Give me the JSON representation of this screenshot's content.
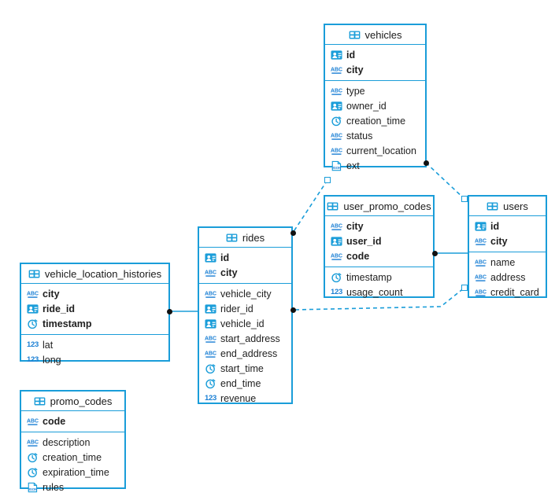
{
  "diagram": {
    "kind": "entity-relationship-diagram",
    "accent_color": "#1a9dd9",
    "icon_names": [
      "table-icon",
      "key-id-icon",
      "abc-string-icon",
      "clock-timestamp-icon",
      "number-icon",
      "json-icon"
    ]
  },
  "tables": [
    {
      "name": "vehicles",
      "primary_key": [
        {
          "label": "id",
          "icon": "key-id-icon"
        },
        {
          "label": "city",
          "icon": "abc-string-icon"
        }
      ],
      "columns": [
        {
          "label": "type",
          "icon": "abc-string-icon"
        },
        {
          "label": "owner_id",
          "icon": "key-id-icon"
        },
        {
          "label": "creation_time",
          "icon": "clock-timestamp-icon"
        },
        {
          "label": "status",
          "icon": "abc-string-icon"
        },
        {
          "label": "current_location",
          "icon": "abc-string-icon"
        },
        {
          "label": "ext",
          "icon": "json-icon"
        }
      ]
    },
    {
      "name": "user_promo_codes",
      "primary_key": [
        {
          "label": "city",
          "icon": "abc-string-icon"
        },
        {
          "label": "user_id",
          "icon": "key-id-icon"
        },
        {
          "label": "code",
          "icon": "abc-string-icon"
        }
      ],
      "columns": [
        {
          "label": "timestamp",
          "icon": "clock-timestamp-icon"
        },
        {
          "label": "usage_count",
          "icon": "number-icon"
        }
      ]
    },
    {
      "name": "users",
      "primary_key": [
        {
          "label": "id",
          "icon": "key-id-icon"
        },
        {
          "label": "city",
          "icon": "abc-string-icon"
        }
      ],
      "columns": [
        {
          "label": "name",
          "icon": "abc-string-icon"
        },
        {
          "label": "address",
          "icon": "abc-string-icon"
        },
        {
          "label": "credit_card",
          "icon": "abc-string-icon"
        }
      ]
    },
    {
      "name": "rides",
      "primary_key": [
        {
          "label": "id",
          "icon": "key-id-icon"
        },
        {
          "label": "city",
          "icon": "abc-string-icon"
        }
      ],
      "columns": [
        {
          "label": "vehicle_city",
          "icon": "abc-string-icon"
        },
        {
          "label": "rider_id",
          "icon": "key-id-icon"
        },
        {
          "label": "vehicle_id",
          "icon": "key-id-icon"
        },
        {
          "label": "start_address",
          "icon": "abc-string-icon"
        },
        {
          "label": "end_address",
          "icon": "abc-string-icon"
        },
        {
          "label": "start_time",
          "icon": "clock-timestamp-icon"
        },
        {
          "label": "end_time",
          "icon": "clock-timestamp-icon"
        },
        {
          "label": "revenue",
          "icon": "number-icon"
        }
      ]
    },
    {
      "name": "vehicle_location_histories",
      "primary_key": [
        {
          "label": "city",
          "icon": "abc-string-icon"
        },
        {
          "label": "ride_id",
          "icon": "key-id-icon"
        },
        {
          "label": "timestamp",
          "icon": "clock-timestamp-icon"
        }
      ],
      "columns": [
        {
          "label": "lat",
          "icon": "number-icon"
        },
        {
          "label": "long",
          "icon": "number-icon"
        }
      ]
    },
    {
      "name": "promo_codes",
      "primary_key": [
        {
          "label": "code",
          "icon": "abc-string-icon"
        }
      ],
      "columns": [
        {
          "label": "description",
          "icon": "abc-string-icon"
        },
        {
          "label": "creation_time",
          "icon": "clock-timestamp-icon"
        },
        {
          "label": "expiration_time",
          "icon": "clock-timestamp-icon"
        },
        {
          "label": "rules",
          "icon": "json-icon"
        }
      ]
    }
  ],
  "relationships": [
    {
      "from": "vehicles",
      "to": "user_promo_codes",
      "style": "dashed"
    },
    {
      "from": "vehicles",
      "to": "users",
      "style": "dashed"
    },
    {
      "from": "user_promo_codes",
      "to": "users",
      "style": "solid"
    },
    {
      "from": "rides",
      "to": "user_promo_codes",
      "style": "dashed"
    },
    {
      "from": "rides",
      "to": "users",
      "style": "dashed"
    },
    {
      "from": "vehicle_location_histories",
      "to": "rides",
      "style": "solid"
    }
  ]
}
